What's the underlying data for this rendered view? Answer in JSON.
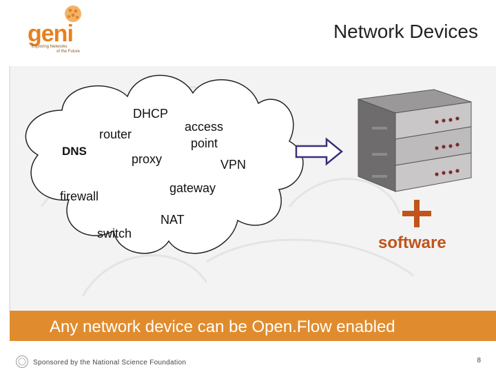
{
  "header": {
    "logo_text": "geni",
    "logo_tagline_1": "Exploring Networks",
    "logo_tagline_2": "of the Future",
    "title": "Network Devices"
  },
  "cloud": {
    "words": {
      "dhcp": "DHCP",
      "router": "router",
      "access_point_1": "access",
      "access_point_2": "point",
      "dns": "DNS",
      "proxy": "proxy",
      "vpn": "VPN",
      "gateway": "gateway",
      "firewall": "firewall",
      "nat": "NAT",
      "switch": "switch"
    }
  },
  "right_panel": {
    "plus_symbol": "+",
    "software_label": "software"
  },
  "banner": {
    "text": "Any network device can be Open.Flow enabled"
  },
  "footer": {
    "sponsor_text": "Sponsored by the National Science Foundation",
    "page_number": "8"
  },
  "colors": {
    "accent_orange": "#e08c2e",
    "software_text": "#c0541b",
    "cloud_stroke": "#222222",
    "arrow_stroke": "#3a2f7a",
    "server_body": "#8a8888"
  }
}
